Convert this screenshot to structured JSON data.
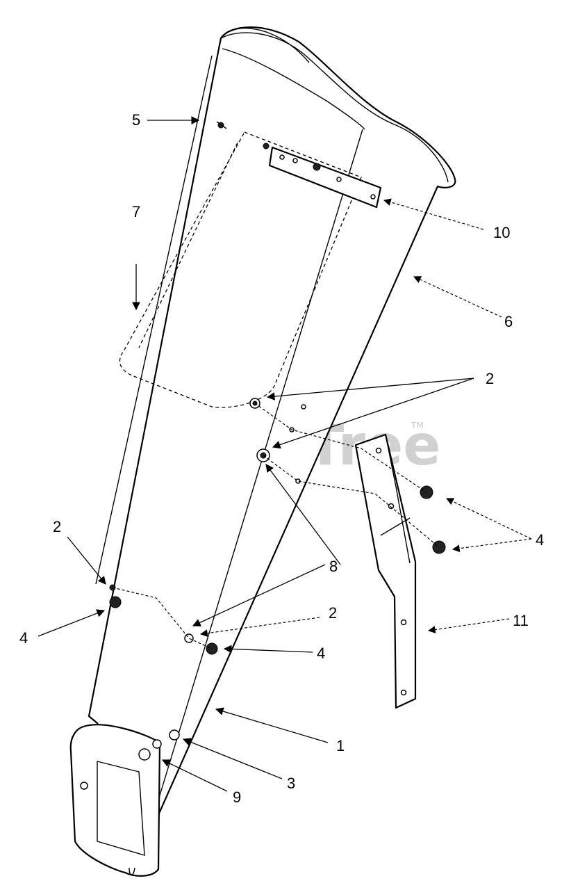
{
  "watermark": {
    "text": "PartsTree",
    "trademark": "TM"
  },
  "callouts": {
    "c1": "1",
    "c2a": "2",
    "c2b": "2",
    "c2c": "2",
    "c3": "3",
    "c4a": "4",
    "c4b": "4",
    "c4c": "4",
    "c5": "5",
    "c6": "6",
    "c7": "7",
    "c8": "8",
    "c9": "9",
    "c10": "10",
    "c11": "11"
  }
}
